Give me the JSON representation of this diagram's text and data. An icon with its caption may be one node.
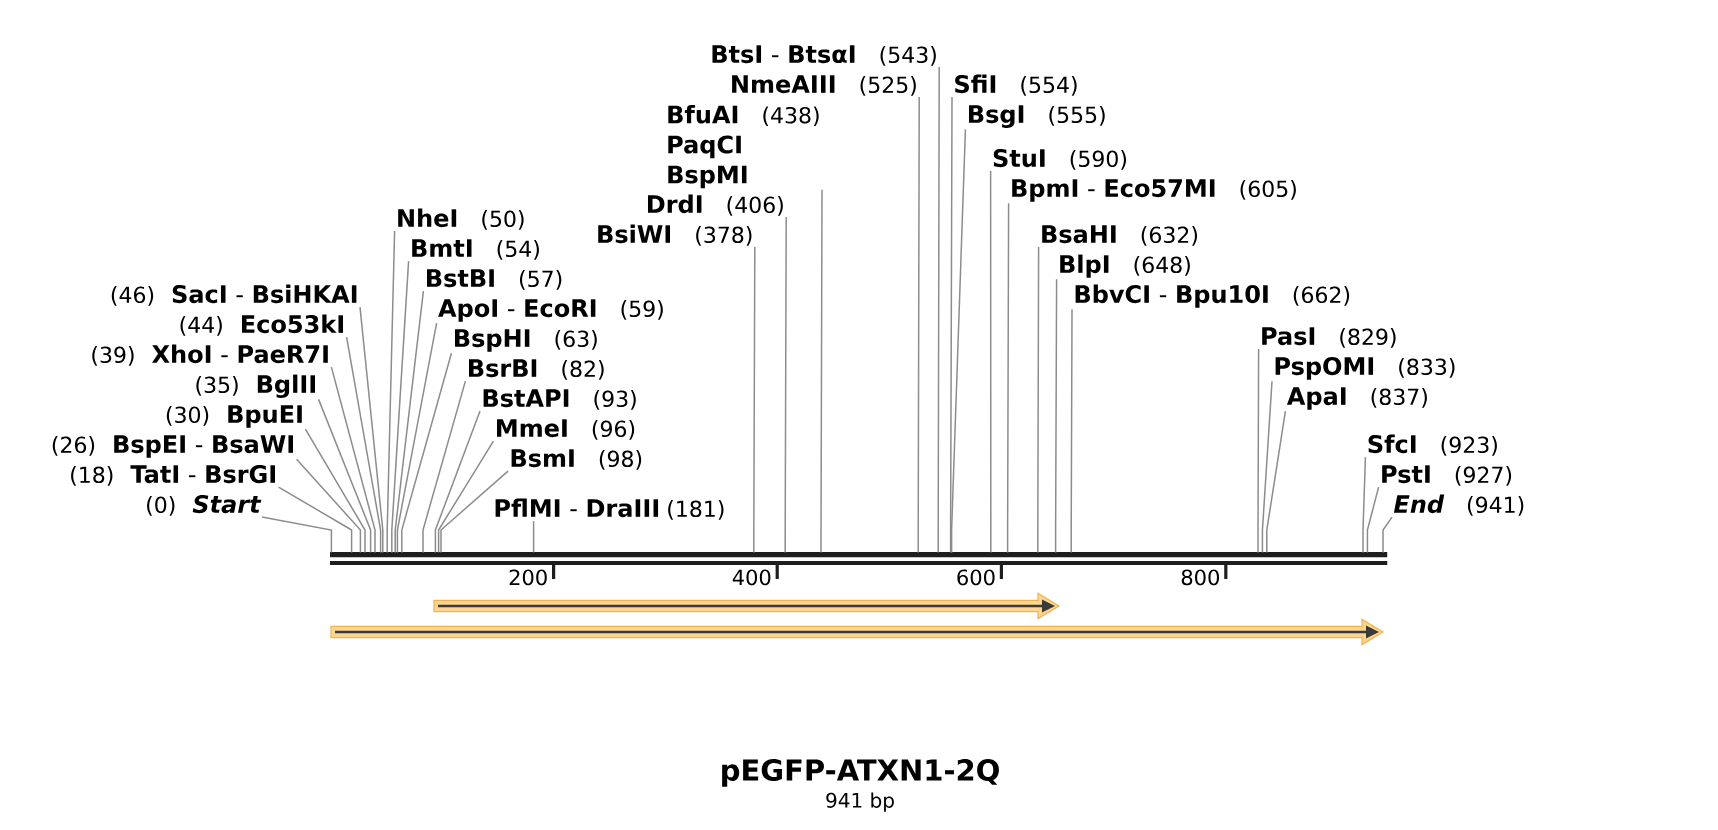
{
  "diagram": {
    "title": "pEGFP-ATXN1-2Q",
    "caption": "941 bp",
    "nodes": [
      {
        "text": [
          "(0)",
          "Start"
        ]
      },
      {
        "text": [
          "(18)",
          "**TatI** - **BsrGI**"
        ]
      },
      {
        "text": [
          "(26)",
          "**BspEI** - **BsaWI**"
        ]
      },
      {
        "text": [
          "(30)",
          "BpuEI"
        ]
      },
      {
        "text": [
          "(35)",
          "BglII"
        ]
      },
      {
        "text": [
          "(39)",
          "**XhoI** - **PaeR7I**"
        ]
      },
      {
        "text": [
          "(44)",
          "Eco53kI"
        ]
      },
      {
        "text": [
          "(46)",
          "**SacI** - **BsiHKAI**"
        ]
      },
      {
        "text": [
          "NheI",
          "(50)"
        ]
      },
      {
        "text": [
          "BmtI",
          "(54)"
        ]
      },
      {
        "text": [
          "BstBI",
          "(57)"
        ]
      },
      {
        "text": [
          "**ApoI** - **EcoRI**",
          "(59)"
        ]
      },
      {
        "text": [
          "BspHI",
          "(63)"
        ]
      },
      {
        "text": [
          "BsrBI",
          "(82)"
        ]
      },
      {
        "text": [
          "BstAPI",
          "(93)"
        ]
      },
      {
        "text": [
          "MmeI",
          "(96)"
        ]
      },
      {
        "text": [
          "BsmI",
          "(98)"
        ]
      },
      {
        "text": [
          "**PflMI** - **DraIII**",
          "(181)"
        ]
      },
      {
        "text": [
          "BsiWI",
          "(378)"
        ]
      },
      {
        "text": [
          "DrdI",
          "(406)"
        ]
      },
      {
        "text": [
          "BfuAI",
          "(438)",
          "PaqCI",
          "BspMI"
        ]
      },
      {
        "text": [
          "NmeAIII",
          "(525)"
        ]
      },
      {
        "text": [
          "**BtsI** - **BtsαI**",
          "(543)"
        ]
      },
      {
        "text": [
          "SfiI",
          "(554)"
        ]
      },
      {
        "text": [
          "BsgI",
          "(555)"
        ]
      },
      {
        "text": [
          "StuI",
          "(590)"
        ]
      },
      {
        "text": [
          "**BpmI** - **Eco57MI**",
          "(605)"
        ]
      },
      {
        "text": [
          "BsaHI",
          "(632)"
        ]
      },
      {
        "text": [
          "BlpI",
          "(648)"
        ]
      },
      {
        "text": [
          "**BbvCI** - **Bpu10I**",
          "(662)"
        ]
      },
      {
        "text": [
          "PasI",
          "(829)"
        ]
      },
      {
        "text": [
          "PspOMI",
          "(833)"
        ]
      },
      {
        "text": [
          "ApaI",
          "(837)"
        ]
      },
      {
        "text": [
          "SfcI",
          "(923)"
        ]
      },
      {
        "text": [
          "PstI",
          "(927)"
        ]
      },
      {
        "text": [
          "End",
          "(941)"
        ]
      }
    ],
    "edges": [
      {
        "from": 0,
        "to": null,
        "arrow": "none"
      },
      {
        "from": 1,
        "to": null,
        "arrow": "none"
      },
      {
        "from": 2,
        "to": null,
        "arrow": "none"
      },
      {
        "from": 3,
        "to": null,
        "arrow": "none"
      },
      {
        "from": 4,
        "to": null,
        "arrow": "none"
      },
      {
        "from": 5,
        "to": null,
        "arrow": "none"
      },
      {
        "from": 6,
        "to": null,
        "arrow": "none"
      },
      {
        "from": 7,
        "to": null,
        "arrow": "none"
      },
      {
        "from": 8,
        "to": null,
        "arrow": "none"
      },
      {
        "from": 9,
        "to": null,
        "arrow": "none"
      },
      {
        "from": 10,
        "to": null,
        "arrow": "none"
      },
      {
        "from": 11,
        "to": null,
        "arrow": "none"
      },
      {
        "from": 12,
        "to": null,
        "arrow": "none"
      },
      {
        "from": 13,
        "to": null,
        "arrow": "none"
      },
      {
        "from": 14,
        "to": null,
        "arrow": "none"
      },
      {
        "from": 15,
        "to": null,
        "arrow": "none"
      },
      {
        "from": 16,
        "to": null,
        "arrow": "none"
      },
      {
        "from": 17,
        "to": null,
        "arrow": "none"
      },
      {
        "from": 18,
        "to": null,
        "arrow": "none"
      },
      {
        "from": 19,
        "to": null,
        "arrow": "none"
      },
      {
        "from": 20,
        "to": null,
        "arrow": "none"
      },
      {
        "from": 21,
        "to": null,
        "arrow": "none"
      },
      {
        "from": 22,
        "to": null,
        "arrow": "none"
      },
      {
        "from": 23,
        "to": null,
        "arrow": "none"
      },
      {
        "from": 24,
        "to": null,
        "arrow": "none"
      },
      {
        "from": 25,
        "to": null,
        "arrow": "none"
      },
      {
        "from": 26,
        "to": null,
        "arrow": "none"
      },
      {
        "from": 27,
        "to": null,
        "arrow": "none"
      },
      {
        "from": 28,
        "to": null,
        "arrow": "none"
      },
      {
        "from": 29,
        "to": null,
        "arrow": "none"
      },
      {
        "from": 30,
        "to": null,
        "arrow": "none"
      },
      {
        "from": 31,
        "to": null,
        "arrow": "none"
      },
      {
        "from": 32,
        "to": null,
        "arrow": "none"
      },
      {
        "from": 33,
        "to": null,
        "arrow": "none"
      },
      {
        "from": 34,
        "to": null,
        "arrow": "none"
      },
      {
        "from": 35,
        "to": null,
        "arrow": "none"
      }
    ],
    "labels": [
      "200",
      "400",
      "600",
      "800"
    ]
  }
}
